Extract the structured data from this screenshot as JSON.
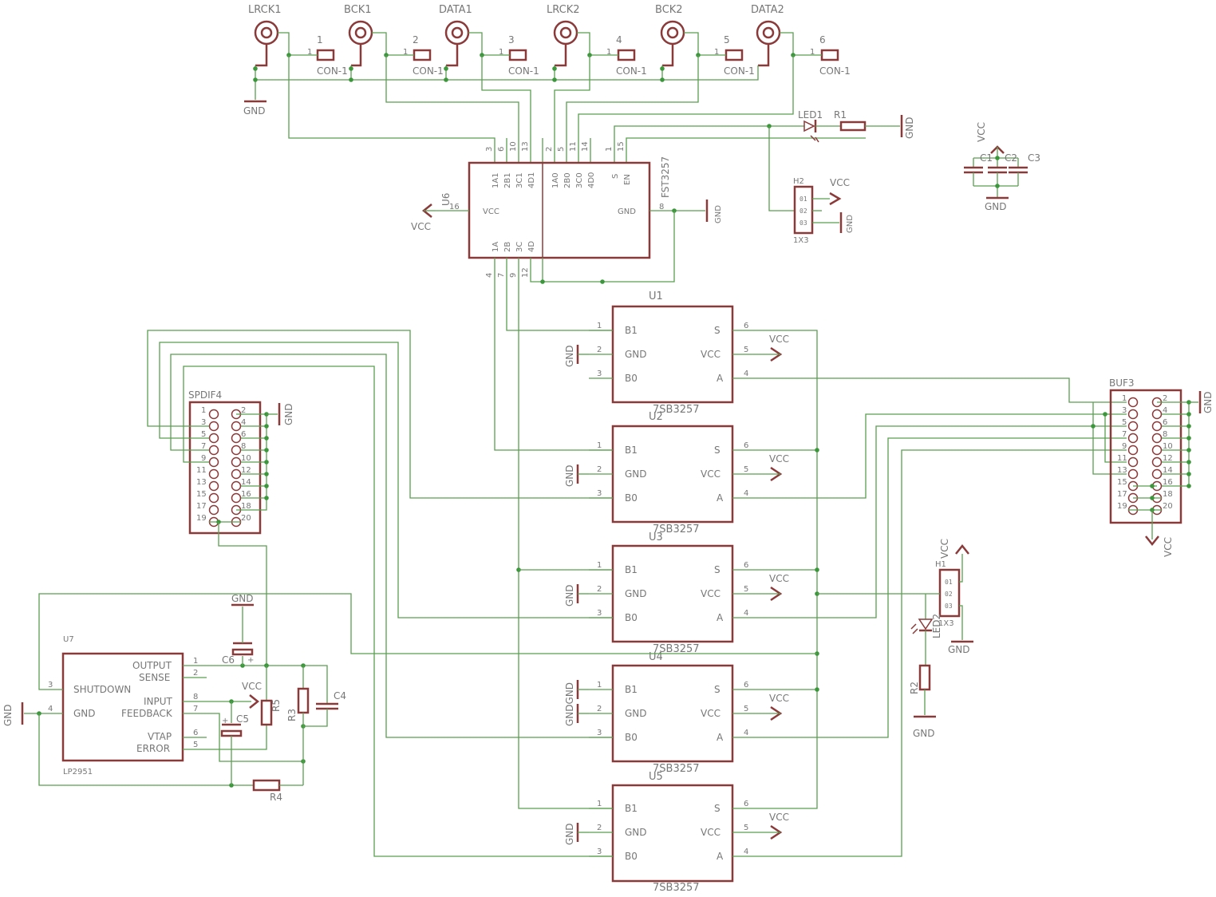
{
  "title": "",
  "connectors": [
    {
      "name": "LRCK1",
      "pin": "1",
      "label": "CON-1"
    },
    {
      "name": "BCK1",
      "pin": "2",
      "label": "CON-1"
    },
    {
      "name": "DATA1",
      "pin": "3",
      "label": "CON-1"
    },
    {
      "name": "LRCK2",
      "pin": "4",
      "label": "CON-1"
    },
    {
      "name": "BCK2",
      "pin": "5",
      "label": "CON-1"
    },
    {
      "name": "DATA2",
      "pin": "6",
      "label": "CON-1"
    }
  ],
  "pin_one": "1",
  "net": {
    "gnd": "GND",
    "vcc": "VCC"
  },
  "u6": {
    "ref": "U6",
    "part": "FST3257",
    "vcc_pin": "16",
    "vcc_label": "VCC",
    "gnd_pin": "8",
    "gnd_label": "GND",
    "top_pins": [
      "3",
      "6",
      "10",
      "13",
      "2",
      "5",
      "11",
      "14",
      "1",
      "15"
    ],
    "top_labels": [
      "1A1",
      "2B1",
      "3C1",
      "4D1",
      "1A0",
      "2B0",
      "3C0",
      "4D0",
      "S",
      "EN"
    ],
    "bottom_pins": [
      "4",
      "7",
      "9",
      "12"
    ],
    "bottom_labels": [
      "1A",
      "2B",
      "3C",
      "4D"
    ]
  },
  "led1": {
    "ref": "LED1"
  },
  "r1": {
    "ref": "R1"
  },
  "caps_group": {
    "c1": "C1",
    "c2": "C2",
    "c3": "C3"
  },
  "h2": {
    "ref": "H2",
    "pins": [
      "01",
      "02",
      "03"
    ],
    "pkg": "1X3"
  },
  "switches": [
    {
      "ref": "U1",
      "part": "7SB3257"
    },
    {
      "ref": "U2",
      "part": "7SB3257"
    },
    {
      "ref": "U3",
      "part": "7SB3257"
    },
    {
      "ref": "U4",
      "part": "7SB3257"
    },
    {
      "ref": "U5",
      "part": "7SB3257"
    }
  ],
  "switch_pins": {
    "left": [
      {
        "n": "1",
        "l": "B1"
      },
      {
        "n": "2",
        "l": "GND"
      },
      {
        "n": "3",
        "l": "B0"
      }
    ],
    "right": [
      {
        "n": "6",
        "l": "S"
      },
      {
        "n": "5",
        "l": "VCC"
      },
      {
        "n": "4",
        "l": "A"
      }
    ]
  },
  "u4_gnd_label": "GNDGND",
  "spdif4": {
    "ref": "SPDIF4",
    "odd": [
      "1",
      "3",
      "5",
      "7",
      "9",
      "11",
      "13",
      "15",
      "17",
      "19"
    ],
    "even": [
      "2",
      "4",
      "6",
      "8",
      "10",
      "12",
      "14",
      "16",
      "18",
      "20"
    ]
  },
  "buf3": {
    "ref": "BUF3",
    "odd": [
      "1",
      "3",
      "5",
      "7",
      "9",
      "11",
      "13",
      "15",
      "17",
      "19"
    ],
    "even": [
      "2",
      "4",
      "6",
      "8",
      "10",
      "12",
      "14",
      "16",
      "18",
      "20"
    ]
  },
  "h1": {
    "ref": "H1",
    "pins": [
      "01",
      "02",
      "03"
    ],
    "pkg": "1X3"
  },
  "led2": {
    "ref": "LED2"
  },
  "r2": {
    "ref": "R2"
  },
  "u7": {
    "ref": "U7",
    "part": "LP2951",
    "pins": {
      "output": {
        "n": "1",
        "l": "OUTPUT"
      },
      "sense": {
        "n": "2",
        "l": "SENSE"
      },
      "shutdown": {
        "n": "3",
        "l": "SHUTDOWN"
      },
      "gnd": {
        "n": "4",
        "l": "GND"
      },
      "input": {
        "n": "8",
        "l": "INPUT"
      },
      "feedback": {
        "n": "7",
        "l": "FEEDBACK"
      },
      "vtap": {
        "n": "6",
        "l": "VTAP"
      },
      "error": {
        "n": "5",
        "l": "ERROR"
      }
    }
  },
  "passives": {
    "c4": "C4",
    "c5": "C5",
    "c6": "C6",
    "r3": "R3",
    "r4": "R4",
    "r5": "R5"
  },
  "polarity_plus": "+"
}
